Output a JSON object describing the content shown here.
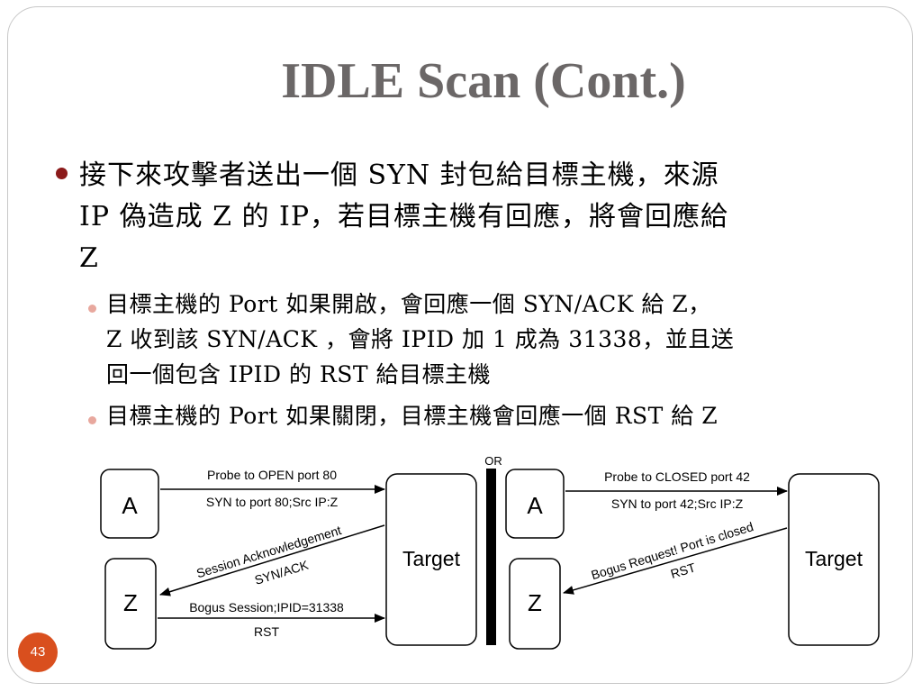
{
  "slide": {
    "title": "IDLE Scan (Cont.)",
    "page_number": "43"
  },
  "bullets": {
    "main": {
      "lines": [
        "接下來攻擊者送出一個 SYN 封包給目標主機，來源",
        "IP 偽造成 Z 的 IP，若目標主機有回應，將會回應給",
        "Z"
      ]
    },
    "sub1": {
      "lines": [
        "目標主機的 Port 如果開啟，會回應一個 SYN/ACK 給 Z，",
        "Z 收到該 SYN/ACK ，會將 IPID 加 1 成為 31338，並且送",
        "回一個包含 IPID 的 RST 給目標主機"
      ]
    },
    "sub2": {
      "lines": [
        "目標主機的 Port 如果關閉，目標主機會回應一個 RST 給 Z"
      ]
    }
  },
  "diagram": {
    "separator_label": "OR",
    "left": {
      "node_a": "A",
      "node_z": "Z",
      "target": "Target",
      "probe_label": "Probe to OPEN port 80",
      "syn_label": "SYN to port 80;Src IP:Z",
      "ack_label": "Session Acknowledgement",
      "synack_label": "SYN/ACK",
      "bogus_label": "Bogus Session;IPID=31338",
      "rst_label": "RST"
    },
    "right": {
      "node_a": "A",
      "node_z": "Z",
      "target": "Target",
      "probe_label": "Probe to CLOSED port 42",
      "syn_label": "SYN to port 42;Src IP:Z",
      "bogus_label": "Bogus Request! Port is closed",
      "rst_label": "RST"
    }
  },
  "colors": {
    "title": "#6b6767",
    "bullet_main": "#8b1a1a",
    "bullet_sub": "#e8a89e",
    "page_badge": "#d94f1e"
  }
}
